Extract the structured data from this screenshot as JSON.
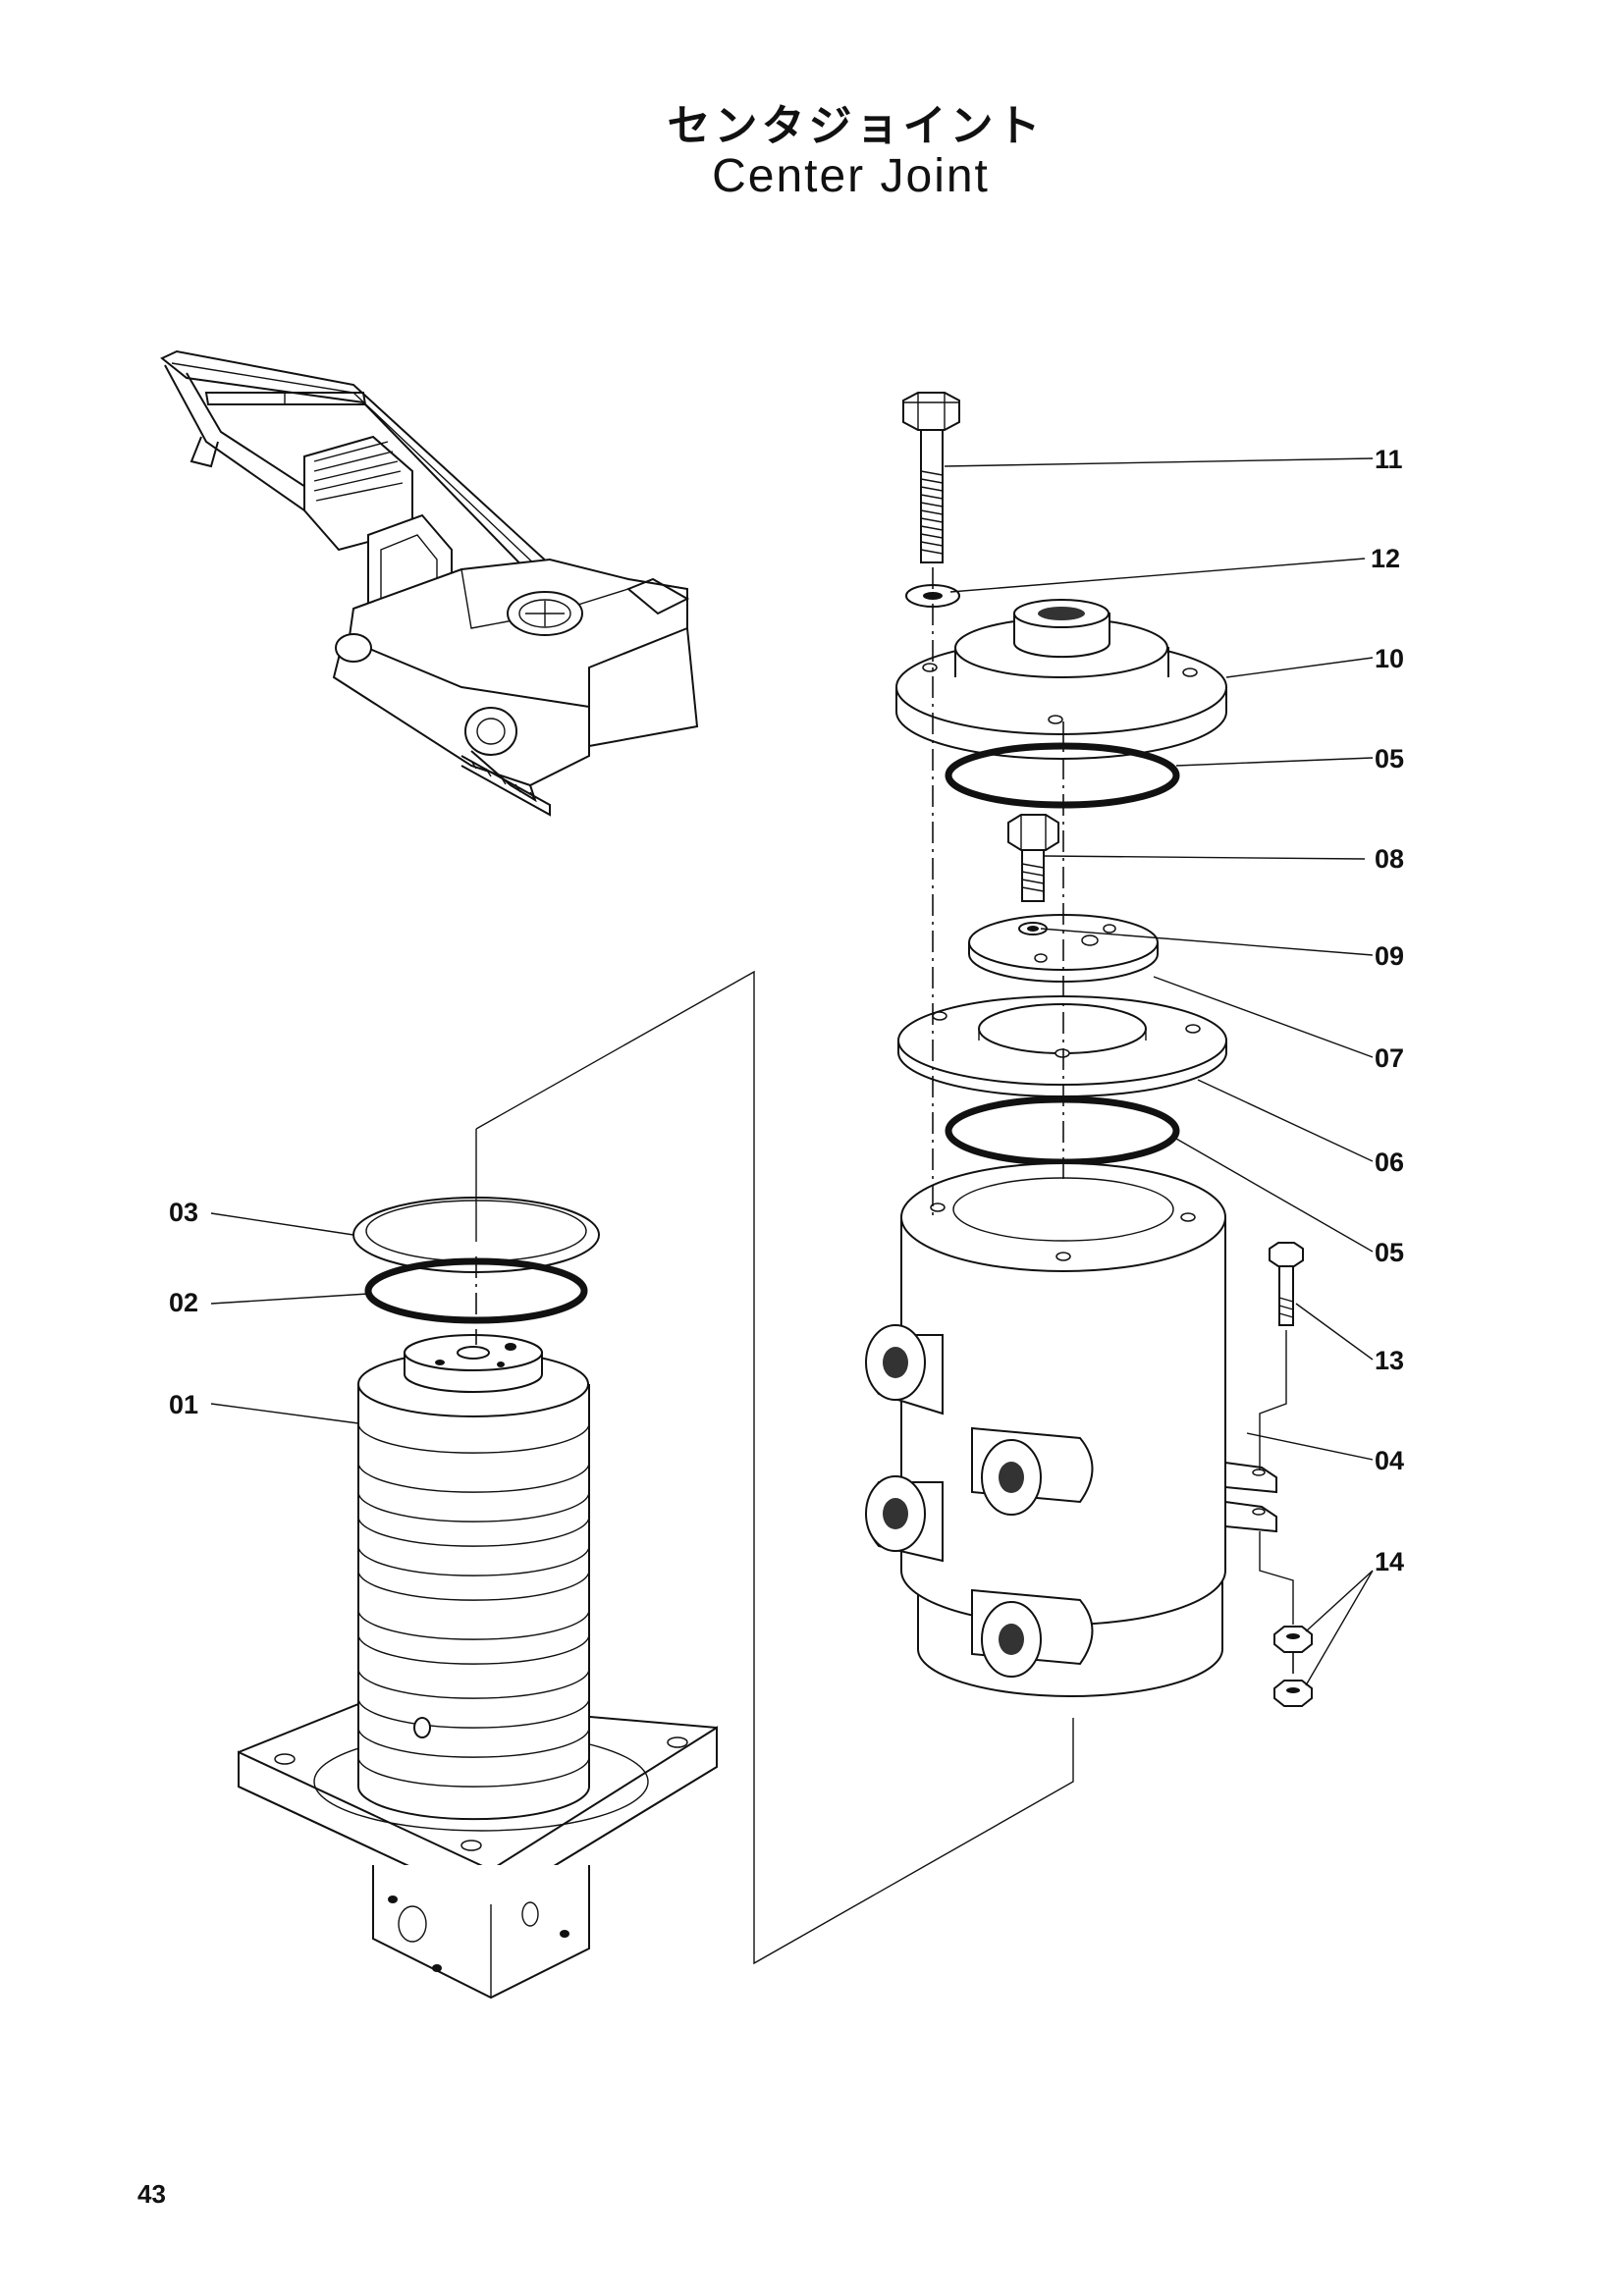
{
  "title": {
    "japanese": "センタジョイント",
    "english": "Center Joint"
  },
  "page_number": "43",
  "callouts": [
    {
      "id": "11",
      "label": "11"
    },
    {
      "id": "12",
      "label": "12"
    },
    {
      "id": "10",
      "label": "10"
    },
    {
      "id": "05a",
      "label": "05"
    },
    {
      "id": "08",
      "label": "08"
    },
    {
      "id": "09",
      "label": "09"
    },
    {
      "id": "07",
      "label": "07"
    },
    {
      "id": "06",
      "label": "06"
    },
    {
      "id": "05b",
      "label": "05"
    },
    {
      "id": "13",
      "label": "13"
    },
    {
      "id": "04",
      "label": "04"
    },
    {
      "id": "14",
      "label": "14"
    },
    {
      "id": "03",
      "label": "03"
    },
    {
      "id": "02",
      "label": "02"
    },
    {
      "id": "01",
      "label": "01"
    }
  ]
}
